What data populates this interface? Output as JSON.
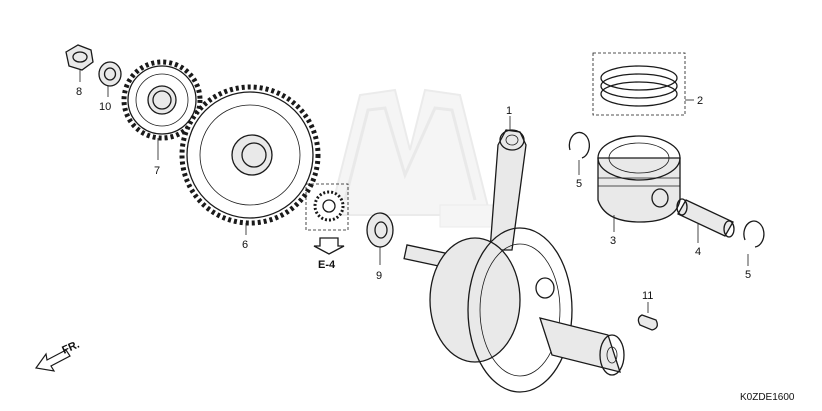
{
  "parts": [
    {
      "id": "1",
      "label": "1"
    },
    {
      "id": "2",
      "label": "2"
    },
    {
      "id": "3",
      "label": "3"
    },
    {
      "id": "4",
      "label": "4"
    },
    {
      "id": "5a",
      "label": "5"
    },
    {
      "id": "5b",
      "label": "5"
    },
    {
      "id": "6",
      "label": "6"
    },
    {
      "id": "7",
      "label": "7"
    },
    {
      "id": "8",
      "label": "8"
    },
    {
      "id": "9",
      "label": "9"
    },
    {
      "id": "10",
      "label": "10"
    },
    {
      "id": "11",
      "label": "11"
    }
  ],
  "reference": "E-4",
  "direction": "FR.",
  "diagram_code": "K0ZDE1600",
  "colors": {
    "line": "#1a1a1a",
    "watermark": "#e6e6e6"
  }
}
